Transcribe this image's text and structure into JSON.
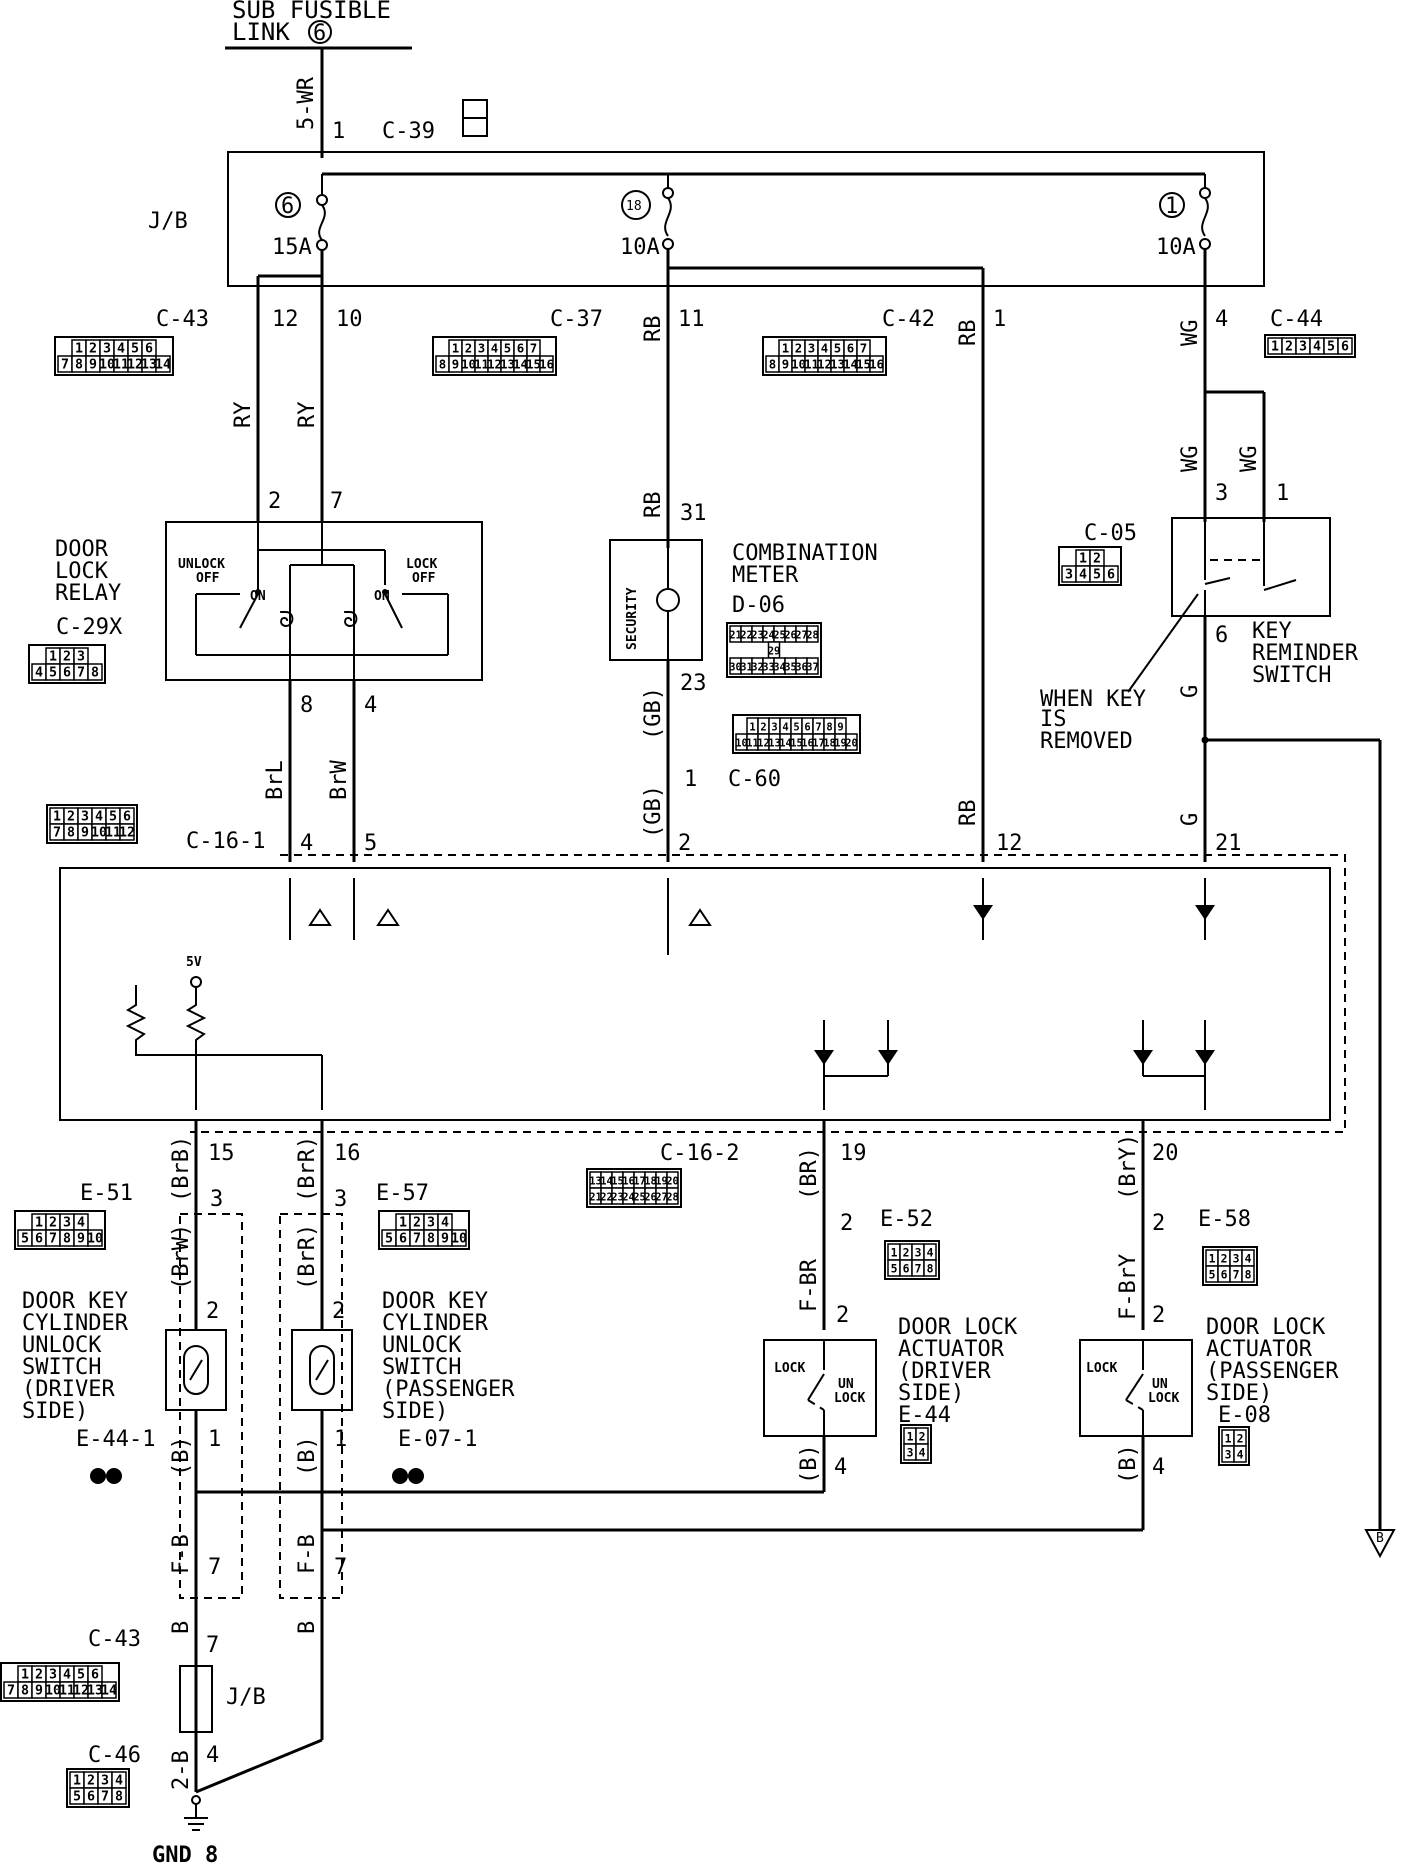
{
  "supply": {
    "line1": "SUB FUSIBLE",
    "line2": "LINK",
    "link_num": "6",
    "wire": "5-WR",
    "pin": "1",
    "connector": "C-39"
  },
  "jb": {
    "label": "J/B",
    "fuses": [
      {
        "num": "6",
        "rating": "15A"
      },
      {
        "num": "18",
        "rating": "10A"
      },
      {
        "num": "1",
        "rating": "10A"
      }
    ],
    "outputs": [
      {
        "pin": "12",
        "wire": "RY"
      },
      {
        "pin": "10",
        "wire": "RY"
      },
      {
        "pin": "11",
        "wire": "RB"
      },
      {
        "pin": "1",
        "wire": "RB"
      },
      {
        "pin": "4",
        "wire": "WG"
      }
    ]
  },
  "connectors": {
    "c43_top": {
      "name": "C-43",
      "row1": [
        "1",
        "2",
        "3",
        "4",
        "5",
        "6"
      ],
      "row2": [
        "7",
        "8",
        "9",
        "10",
        "11",
        "12",
        "13",
        "14"
      ]
    },
    "c37": {
      "name": "C-37",
      "row1": [
        "1",
        "2",
        "3",
        "4",
        "5",
        "6",
        "7"
      ],
      "row2": [
        "8",
        "9",
        "10",
        "11",
        "12",
        "13",
        "14",
        "15",
        "16"
      ]
    },
    "c42": {
      "name": "C-42",
      "row1": [
        "1",
        "2",
        "3",
        "4",
        "5",
        "6",
        "7"
      ],
      "row2": [
        "8",
        "9",
        "10",
        "11",
        "12",
        "13",
        "14",
        "15",
        "16"
      ]
    },
    "c44": {
      "name": "C-44",
      "row1": [
        "1",
        "2",
        "3",
        "4",
        "5",
        "6"
      ]
    },
    "c05": {
      "name": "C-05",
      "row1": [
        "1",
        "2"
      ],
      "row2": [
        "3",
        "4",
        "5",
        "6"
      ]
    },
    "c29x": {
      "name": "C-29X",
      "row1": [
        "1",
        "2",
        "3"
      ],
      "row2": [
        "4",
        "5",
        "6",
        "7",
        "8"
      ]
    },
    "d06": {
      "name": "D-06",
      "row1": [
        "21",
        "22",
        "23",
        "24",
        "25",
        "26",
        "27",
        "28"
      ],
      "mid": "29",
      "row2": [
        "30",
        "31",
        "32",
        "33",
        "34",
        "35",
        "36",
        "37"
      ]
    },
    "c60": {
      "name": "C-60",
      "row1": [
        "1",
        "2",
        "3",
        "4",
        "5",
        "6",
        "7",
        "8",
        "9"
      ],
      "row2": [
        "10",
        "11",
        "12",
        "13",
        "14",
        "15",
        "16",
        "17",
        "18",
        "19",
        "20"
      ]
    },
    "c16_1": {
      "name": "C-16-1",
      "row1": [
        "1",
        "2",
        "3",
        "4",
        "5",
        "6"
      ],
      "row2": [
        "7",
        "8",
        "9",
        "10",
        "11",
        "12"
      ]
    },
    "c16_2": {
      "name": "C-16-2",
      "row1": [
        "13",
        "14",
        "15",
        "16",
        "17",
        "18",
        "19",
        "20"
      ],
      "row2": [
        "21",
        "22",
        "23",
        "24",
        "25",
        "26",
        "27",
        "28"
      ]
    },
    "e51": {
      "name": "E-51",
      "row1": [
        "1",
        "2",
        "3",
        "4"
      ],
      "row2": [
        "5",
        "6",
        "7",
        "8",
        "9",
        "10"
      ]
    },
    "e57": {
      "name": "E-57",
      "row1": [
        "1",
        "2",
        "3",
        "4"
      ],
      "row2": [
        "5",
        "6",
        "7",
        "8",
        "9",
        "10"
      ]
    },
    "e52": {
      "name": "E-52",
      "row1": [
        "1",
        "2",
        "3",
        "4"
      ],
      "row2": [
        "5",
        "6",
        "7",
        "8"
      ]
    },
    "e58": {
      "name": "E-58",
      "row1": [
        "1",
        "2",
        "3",
        "4"
      ],
      "row2": [
        "5",
        "6",
        "7",
        "8"
      ]
    },
    "e44": {
      "name": "E-44",
      "row1": [
        "1",
        "2"
      ],
      "row2": [
        "3",
        "4"
      ]
    },
    "e08": {
      "name": "E-08",
      "row1": [
        "1",
        "2"
      ],
      "row2": [
        "3",
        "4"
      ]
    },
    "e44_1": {
      "name": "E-44-1",
      "pins": [
        "1",
        "2"
      ]
    },
    "e07_1": {
      "name": "E-07-1",
      "pins": [
        "1",
        "2"
      ]
    },
    "c43_bot": {
      "name": "C-43",
      "row1": [
        "1",
        "2",
        "3",
        "4",
        "5",
        "6"
      ],
      "row2": [
        "7",
        "8",
        "9",
        "10",
        "11",
        "12",
        "13",
        "14"
      ]
    },
    "c46": {
      "name": "C-46",
      "row1": [
        "1",
        "2",
        "3",
        "4"
      ],
      "row2": [
        "5",
        "6",
        "7",
        "8"
      ]
    }
  },
  "relay": {
    "title": [
      "DOOR",
      "LOCK",
      "RELAY"
    ],
    "unlock": "UNLOCK",
    "lock": "LOCK",
    "off": "OFF",
    "on": "ON",
    "pins_top": [
      "2",
      "7"
    ],
    "pins_bottom": [
      "8",
      "4"
    ]
  },
  "meter": {
    "title": [
      "COMBINATION",
      "METER"
    ],
    "security": "SECURITY",
    "pin_top": "31",
    "pin_bottom": "23",
    "wire": "RB",
    "wire_out": "(GB)",
    "c60_pin": "1"
  },
  "key_switch": {
    "title": [
      "KEY",
      "REMINDER",
      "SWITCH"
    ],
    "note": [
      "WHEN KEY",
      "IS",
      "REMOVED"
    ],
    "pins": [
      "3",
      "1",
      "6"
    ],
    "wire_in": "WG",
    "wire_out": "G"
  },
  "etacs": {
    "pins_top": [
      {
        "pin": "4",
        "wire": "BrL"
      },
      {
        "pin": "5",
        "wire": "BrW"
      },
      {
        "pin": "2",
        "wire": "(GB)"
      },
      {
        "pin": "12",
        "wire": "RB"
      },
      {
        "pin": "21",
        "wire": "G"
      }
    ],
    "pins_bottom": [
      {
        "pin": "15",
        "wire": "(BrB)"
      },
      {
        "pin": "16",
        "wire": "(BrR)"
      },
      {
        "pin": "19",
        "wire": "(BR)"
      },
      {
        "pin": "20",
        "wire": "(BrY)"
      }
    ],
    "vref": "5V"
  },
  "driver_switch": {
    "title": [
      "DOOR KEY",
      "CYLINDER",
      "UNLOCK",
      "SWITCH",
      "(DRIVER",
      " SIDE)"
    ],
    "wire_a": "(BrW)",
    "wire_b": "(B)",
    "wire_c": "F-B",
    "pins": [
      "3",
      "2",
      "1",
      "7"
    ]
  },
  "passenger_switch": {
    "title": [
      "DOOR KEY",
      "CYLINDER",
      "UNLOCK",
      "SWITCH",
      "(PASSENGER",
      " SIDE)"
    ],
    "wire_a": "(BrR)",
    "wire_b": "(B)",
    "wire_c": "F-B",
    "pins": [
      "3",
      "2",
      "1",
      "7"
    ]
  },
  "driver_actuator": {
    "title": [
      "DOOR LOCK",
      "ACTUATOR",
      "(DRIVER",
      " SIDE)"
    ],
    "lock": "LOCK",
    "unlock1": "UN",
    "unlock2": "LOCK",
    "wire_a": "F-BR",
    "wire_b": "(B)",
    "pins": [
      "2",
      "2",
      "4"
    ]
  },
  "passenger_actuator": {
    "title": [
      "DOOR LOCK",
      "ACTUATOR",
      "(PASSENGER",
      " SIDE)"
    ],
    "lock": "LOCK",
    "unlock1": "UN",
    "unlock2": "LOCK",
    "wire_a": "F-BrY",
    "wire_b": "(B)",
    "pins": [
      "2",
      "2",
      "4"
    ]
  },
  "ground": {
    "wire_b": "B",
    "pin7": "7",
    "jb": "J/B",
    "wire_2b": "2-B",
    "pin4": "4",
    "name": "GND 8"
  },
  "offpage": {
    "label": "B"
  }
}
